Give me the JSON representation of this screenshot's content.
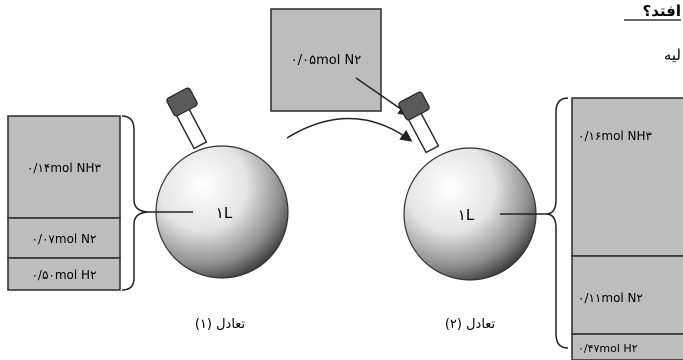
{
  "header": {
    "question_fragment": "افتد؟",
    "line2_fragment": "لیه"
  },
  "added_box": {
    "text": "۰/۰۵mol N۲"
  },
  "equilibrium_1": {
    "caption": "تعادل (۱)",
    "volume": "۱L",
    "amounts": [
      "۰/۱۴mol NH۳",
      "۰/۰۷mol N۲",
      "۰/۵۰mol H۲"
    ]
  },
  "equilibrium_2": {
    "caption": "تعادل (۲)",
    "volume": "۱L",
    "amounts": [
      "۰/۱۶mol NH۳",
      "۰/۱۱mol N۲",
      "۰/۴۷mol H۲"
    ]
  },
  "colors": {
    "box_fill": "#bdbdbd",
    "box_stroke": "#2a2a2a",
    "flask_dark": "#3a3a3a"
  }
}
